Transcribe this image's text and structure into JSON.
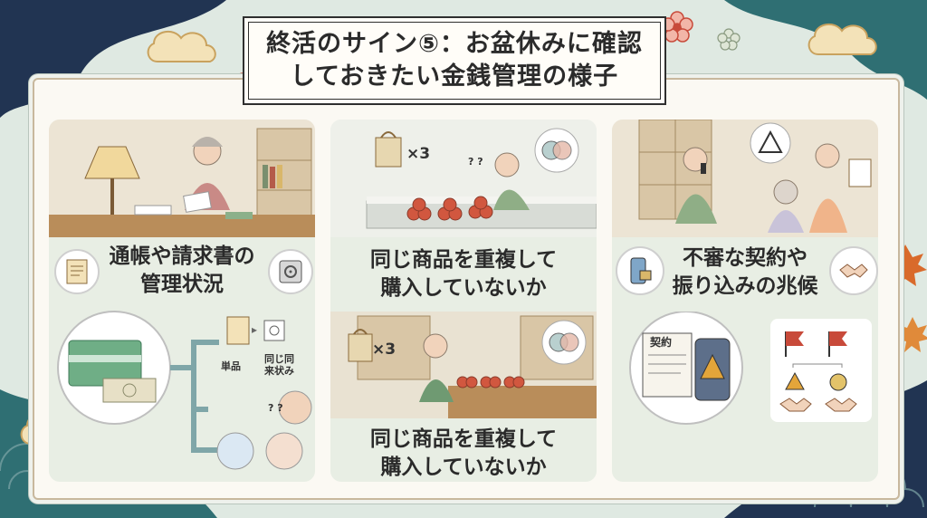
{
  "title": {
    "line1": "終活のサイン⑤：お盆休みに確認",
    "line2": "しておきたい金銭管理の様子"
  },
  "panel1": {
    "heading_line1": "通帳や請求書の",
    "heading_line2": "管理状況",
    "label_single": "単品",
    "label_same_line1": "同じ同",
    "label_same_line2": "来状み",
    "question_marks": "? ?"
  },
  "panel2": {
    "top_count": "×3",
    "question_marks": "? ?",
    "heading1_line1": "同じ商品を重複して",
    "heading1_line2": "購入していないか",
    "bottom_count": "×3",
    "heading2_line1": "同じ商品を重複して",
    "heading2_line2": "購入していないか"
  },
  "panel3": {
    "heading_line1": "不審な契約や",
    "heading_line2": "振り込みの兆候",
    "contract_label": "契約"
  },
  "icons": [
    "document-icon",
    "safe-icon",
    "bankbook-icon",
    "banknote-icon",
    "shopping-bag-icon",
    "venn-thought-icon",
    "phone-lock-icon",
    "handshake-icon",
    "warning-icon",
    "red-flag-icon",
    "contract-document-icon",
    "smartphone-warning-icon"
  ],
  "colors": {
    "frame": "#fbf9f3",
    "panel": "#e8eee4",
    "navy": "#213452",
    "teal": "#2f6f73",
    "accent_red": "#c84a3a",
    "sakura": "#f2b6a8"
  }
}
